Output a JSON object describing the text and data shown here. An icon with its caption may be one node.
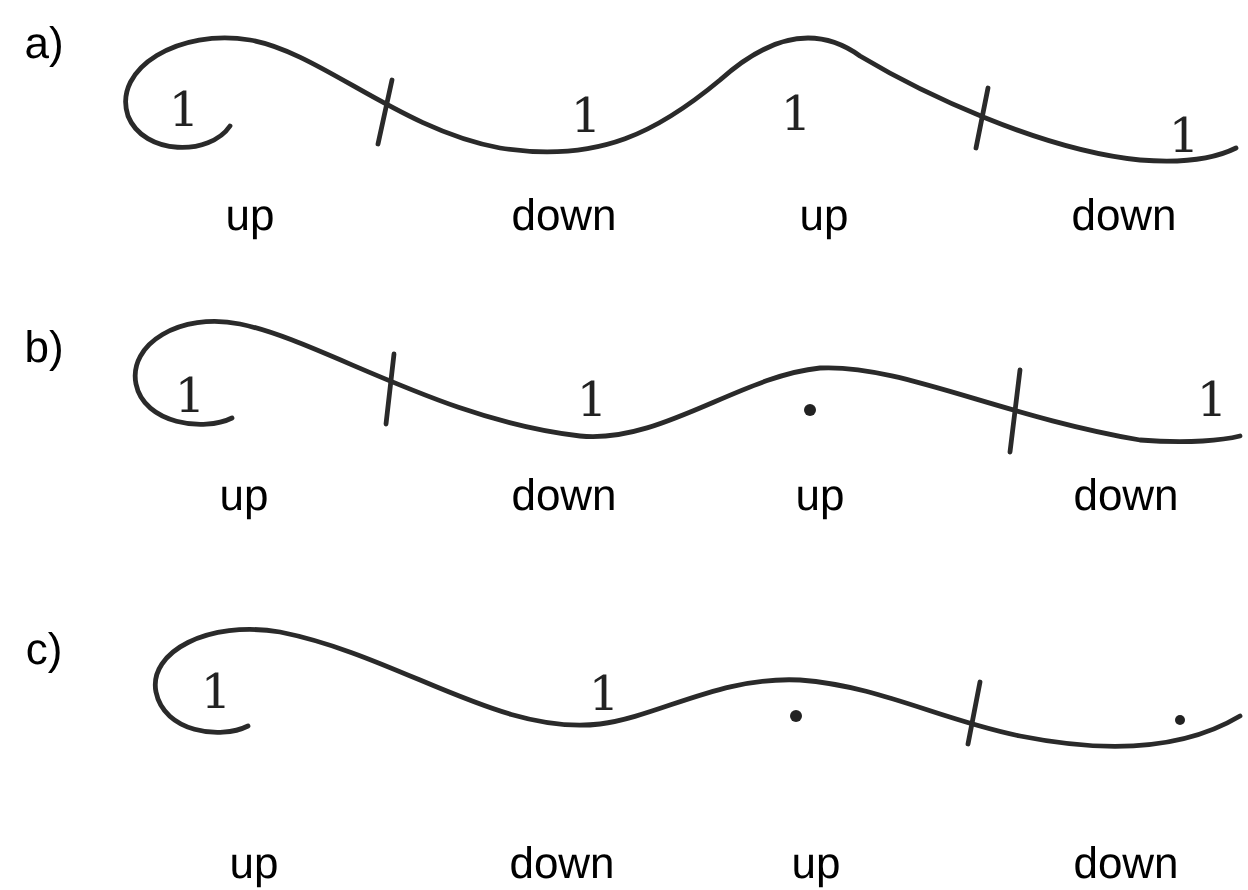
{
  "diagram": {
    "labels": [
      "a)",
      "1",
      "1",
      "1",
      "1",
      "up",
      "down",
      "up",
      "down",
      "b)",
      "1",
      "1",
      "1",
      "up",
      "down",
      "up",
      "down",
      "c)",
      "1",
      "1",
      "up",
      "down",
      "up",
      "down"
    ]
  }
}
